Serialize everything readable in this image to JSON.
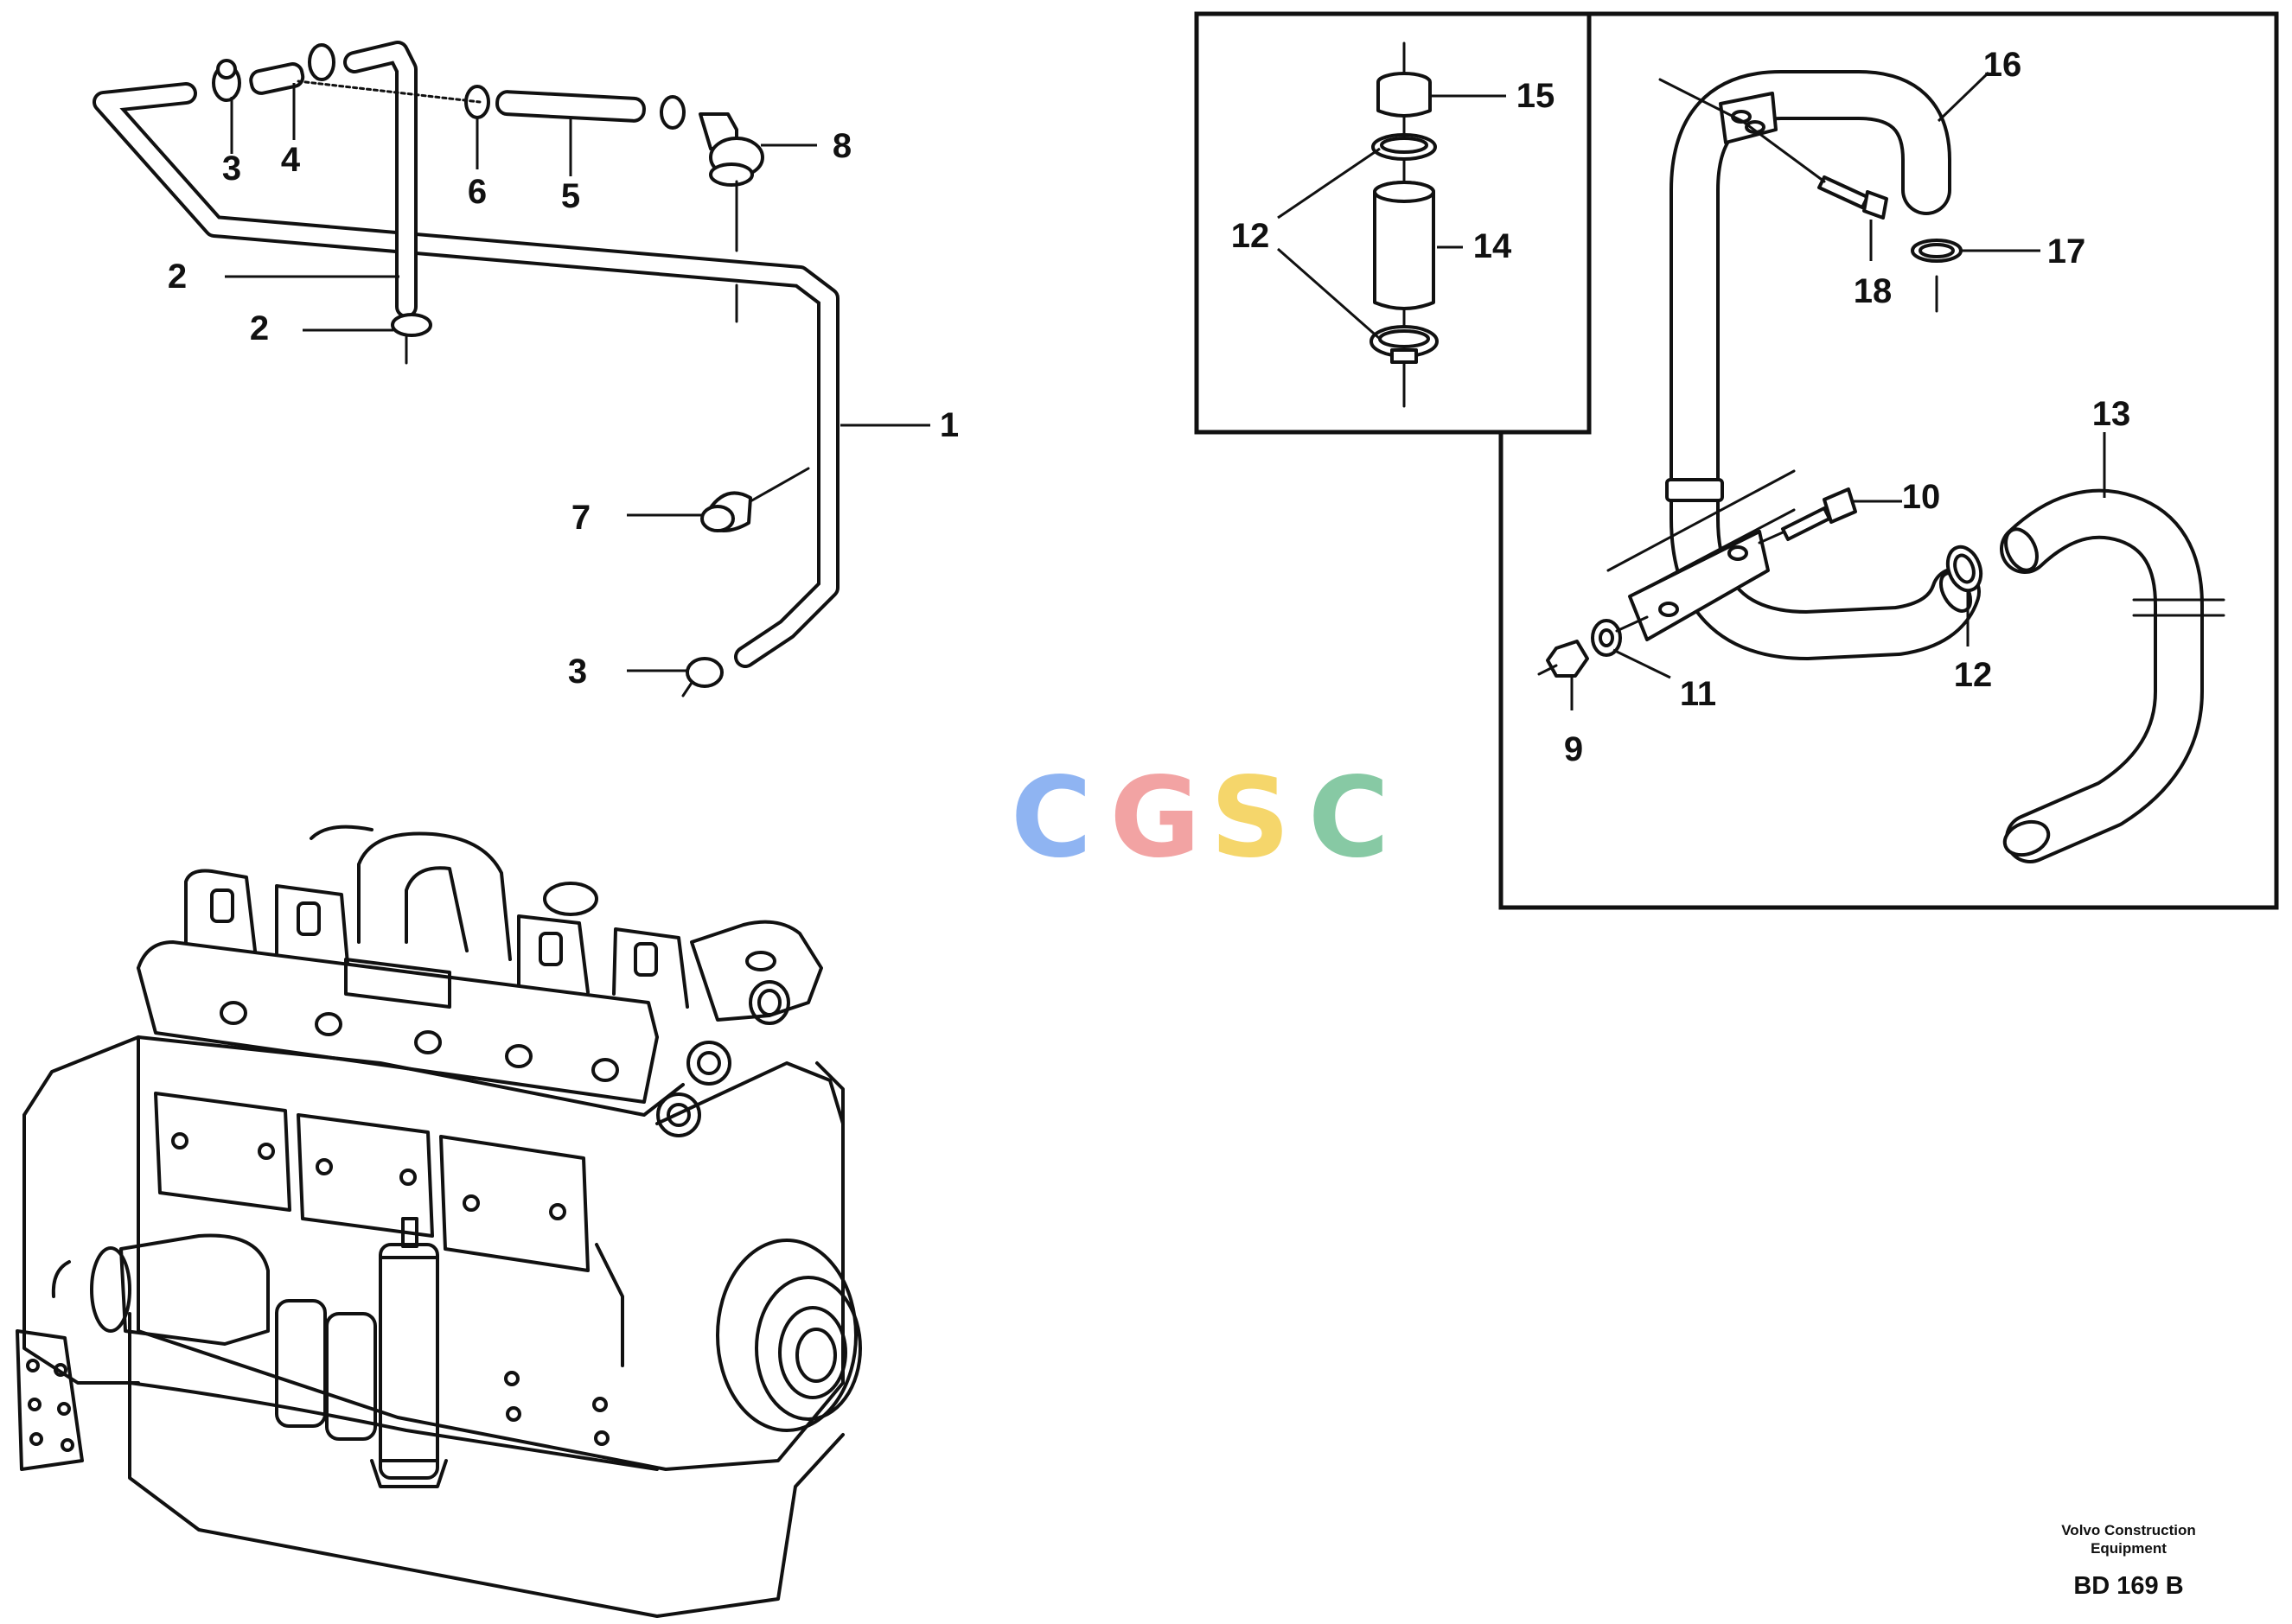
{
  "callouts": {
    "c1": "1",
    "c2a": "2",
    "c2b": "2",
    "c3a": "3",
    "c3b": "3",
    "c4": "4",
    "c5": "5",
    "c6": "6",
    "c7": "7",
    "c8": "8",
    "c9": "9",
    "c10": "10",
    "c11": "11",
    "c12a": "12",
    "c12b": "12",
    "c13": "13",
    "c14": "14",
    "c15": "15",
    "c16": "16",
    "c17": "17",
    "c18": "18"
  },
  "watermark": {
    "letters": [
      "C",
      "G",
      "S",
      "C"
    ],
    "colors": [
      "#8fb4f2",
      "#f2a3a3",
      "#f5d66b",
      "#87c9a4"
    ]
  },
  "footer": {
    "brand_line1": "Volvo Construction",
    "brand_line2": "Equipment",
    "drawing_code": "BD 169 B"
  }
}
